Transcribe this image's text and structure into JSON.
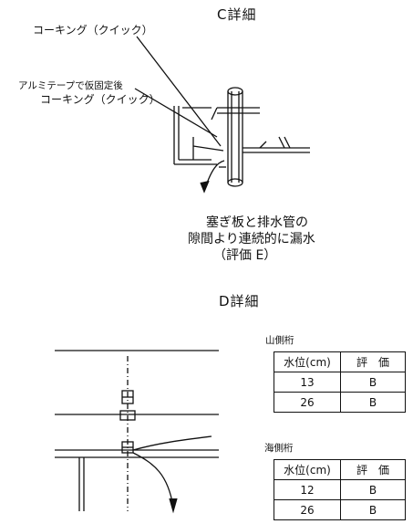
{
  "detail_c": {
    "title": "C詳細",
    "label_caulking": "コーキング（クイック）",
    "label_tape_line1": "アルミテープで仮固定後",
    "label_tape_line2": "コーキング（クイック）",
    "caption_line1": "塞ぎ板と排水管の",
    "caption_line2": "隙間より連続的に漏水",
    "caption_line3": "（評価 E）"
  },
  "detail_d": {
    "title": "D詳細",
    "mountain_side": {
      "label": "山側桁",
      "headers": [
        "水位(cm)",
        "評　価"
      ],
      "rows": [
        {
          "level": "13",
          "grade": "B"
        },
        {
          "level": "26",
          "grade": "B"
        }
      ]
    },
    "sea_side": {
      "label": "海側桁",
      "headers": [
        "水位(cm)",
        "評　価"
      ],
      "rows": [
        {
          "level": "12",
          "grade": "B"
        },
        {
          "level": "26",
          "grade": "B"
        }
      ]
    }
  }
}
